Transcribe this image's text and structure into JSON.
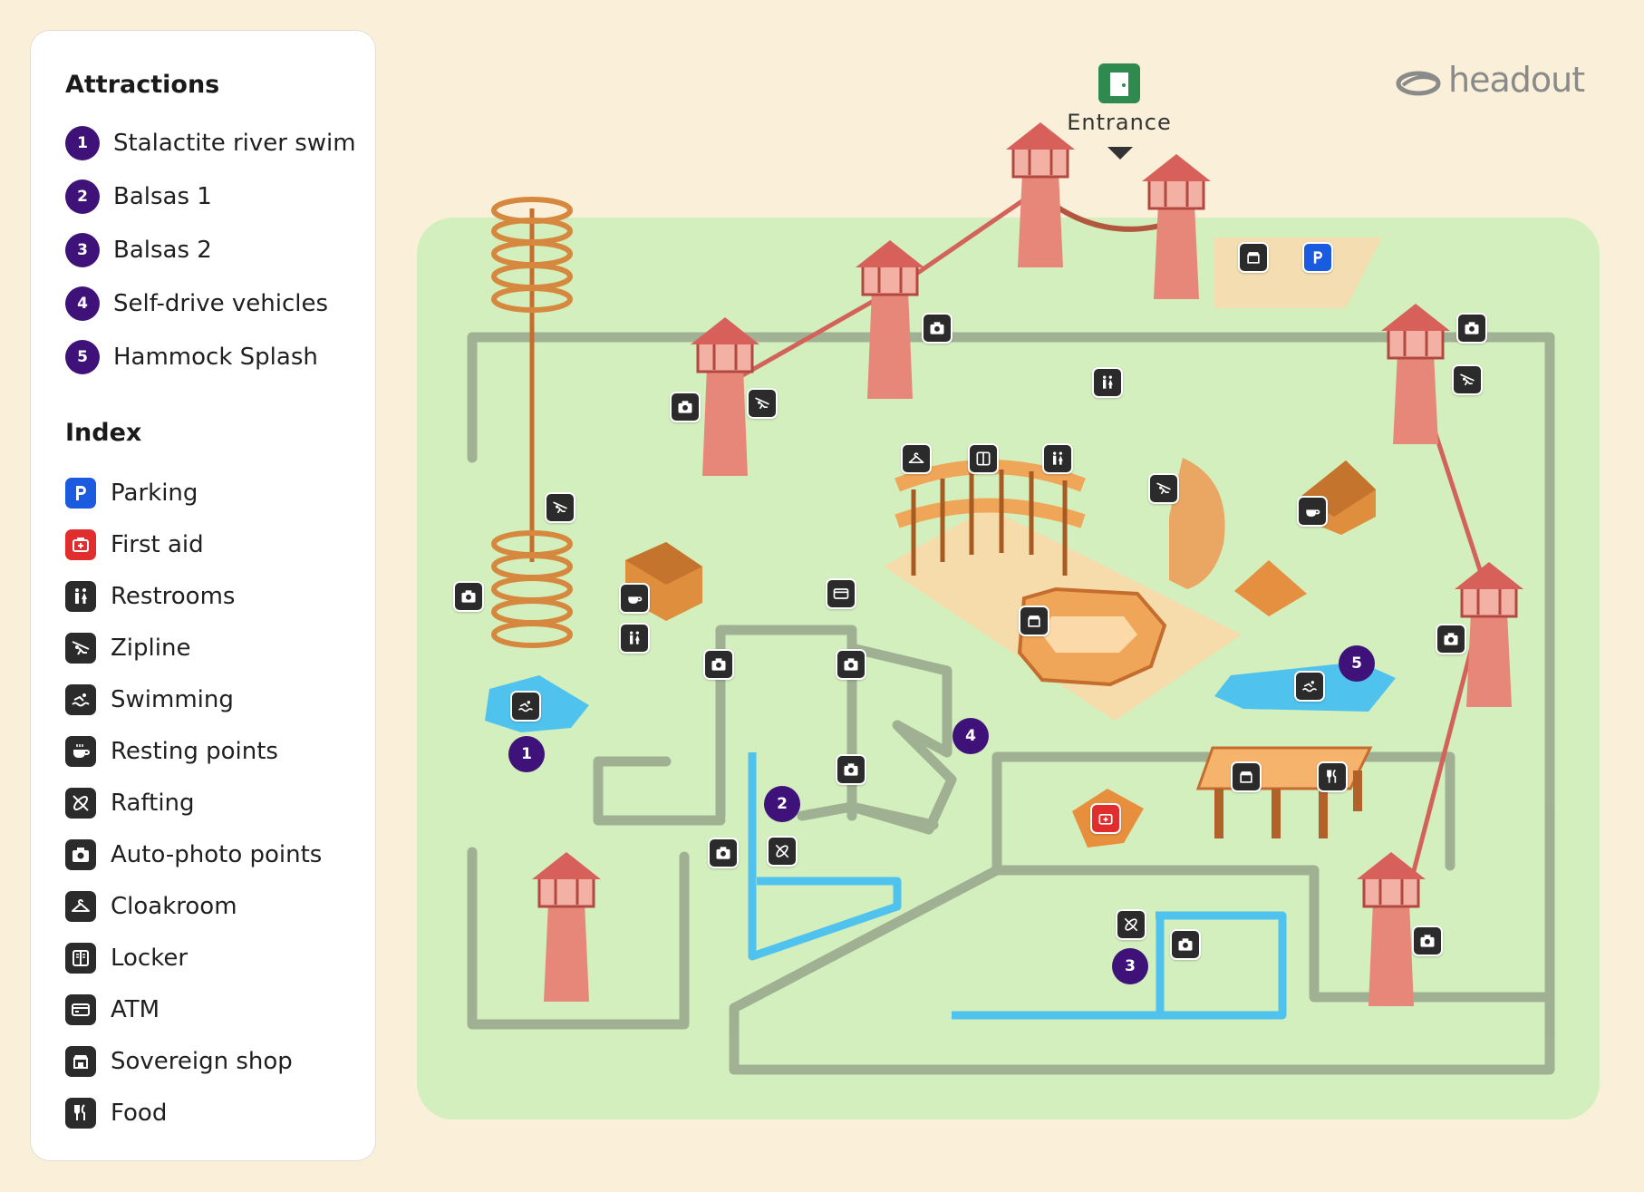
{
  "legend": {
    "attractions_title": "Attractions",
    "attractions": [
      {
        "num": "1",
        "label": "Stalactite river swim"
      },
      {
        "num": "2",
        "label": "Balsas 1"
      },
      {
        "num": "3",
        "label": "Balsas 2"
      },
      {
        "num": "4",
        "label": "Self-drive vehicles"
      },
      {
        "num": "5",
        "label": "Hammock Splash"
      }
    ],
    "index_title": "Index",
    "index": [
      {
        "icon": "parking-icon",
        "label": "Parking"
      },
      {
        "icon": "first-aid-icon",
        "label": "First aid"
      },
      {
        "icon": "restrooms-icon",
        "label": "Restrooms"
      },
      {
        "icon": "zipline-icon",
        "label": "Zipline"
      },
      {
        "icon": "swimming-icon",
        "label": "Swimming"
      },
      {
        "icon": "resting-points-icon",
        "label": "Resting points"
      },
      {
        "icon": "rafting-icon",
        "label": "Rafting"
      },
      {
        "icon": "camera-icon",
        "label": "Auto-photo points"
      },
      {
        "icon": "cloakroom-icon",
        "label": "Cloakroom"
      },
      {
        "icon": "locker-icon",
        "label": "Locker"
      },
      {
        "icon": "atm-icon",
        "label": "ATM"
      },
      {
        "icon": "shop-icon",
        "label": "Sovereign shop"
      },
      {
        "icon": "food-icon",
        "label": "Food"
      }
    ]
  },
  "map": {
    "entrance_label": "Entrance",
    "logo_text": "headout",
    "attraction_markers": [
      "1",
      "2",
      "3",
      "4",
      "5"
    ],
    "icon_markers": [
      "parking-icon",
      "shop-icon",
      "camera-icon",
      "zipline-icon",
      "restrooms-icon",
      "cloakroom-icon",
      "locker-icon",
      "resting-points-icon",
      "atm-icon",
      "swimming-icon",
      "rafting-icon",
      "first-aid-icon",
      "food-icon"
    ]
  },
  "colors": {
    "background": "#faf0d9",
    "park_green": "#d3efbd",
    "path_gray": "#9bab8f",
    "water_blue": "#4fc3ee",
    "tower_red": "#e07d6f",
    "wood_orange": "#e59547",
    "attraction_purple": "#3f1279",
    "parking_blue": "#1a5be0",
    "first_aid_red": "#e12d2d",
    "entrance_green": "#2e8a4f"
  }
}
